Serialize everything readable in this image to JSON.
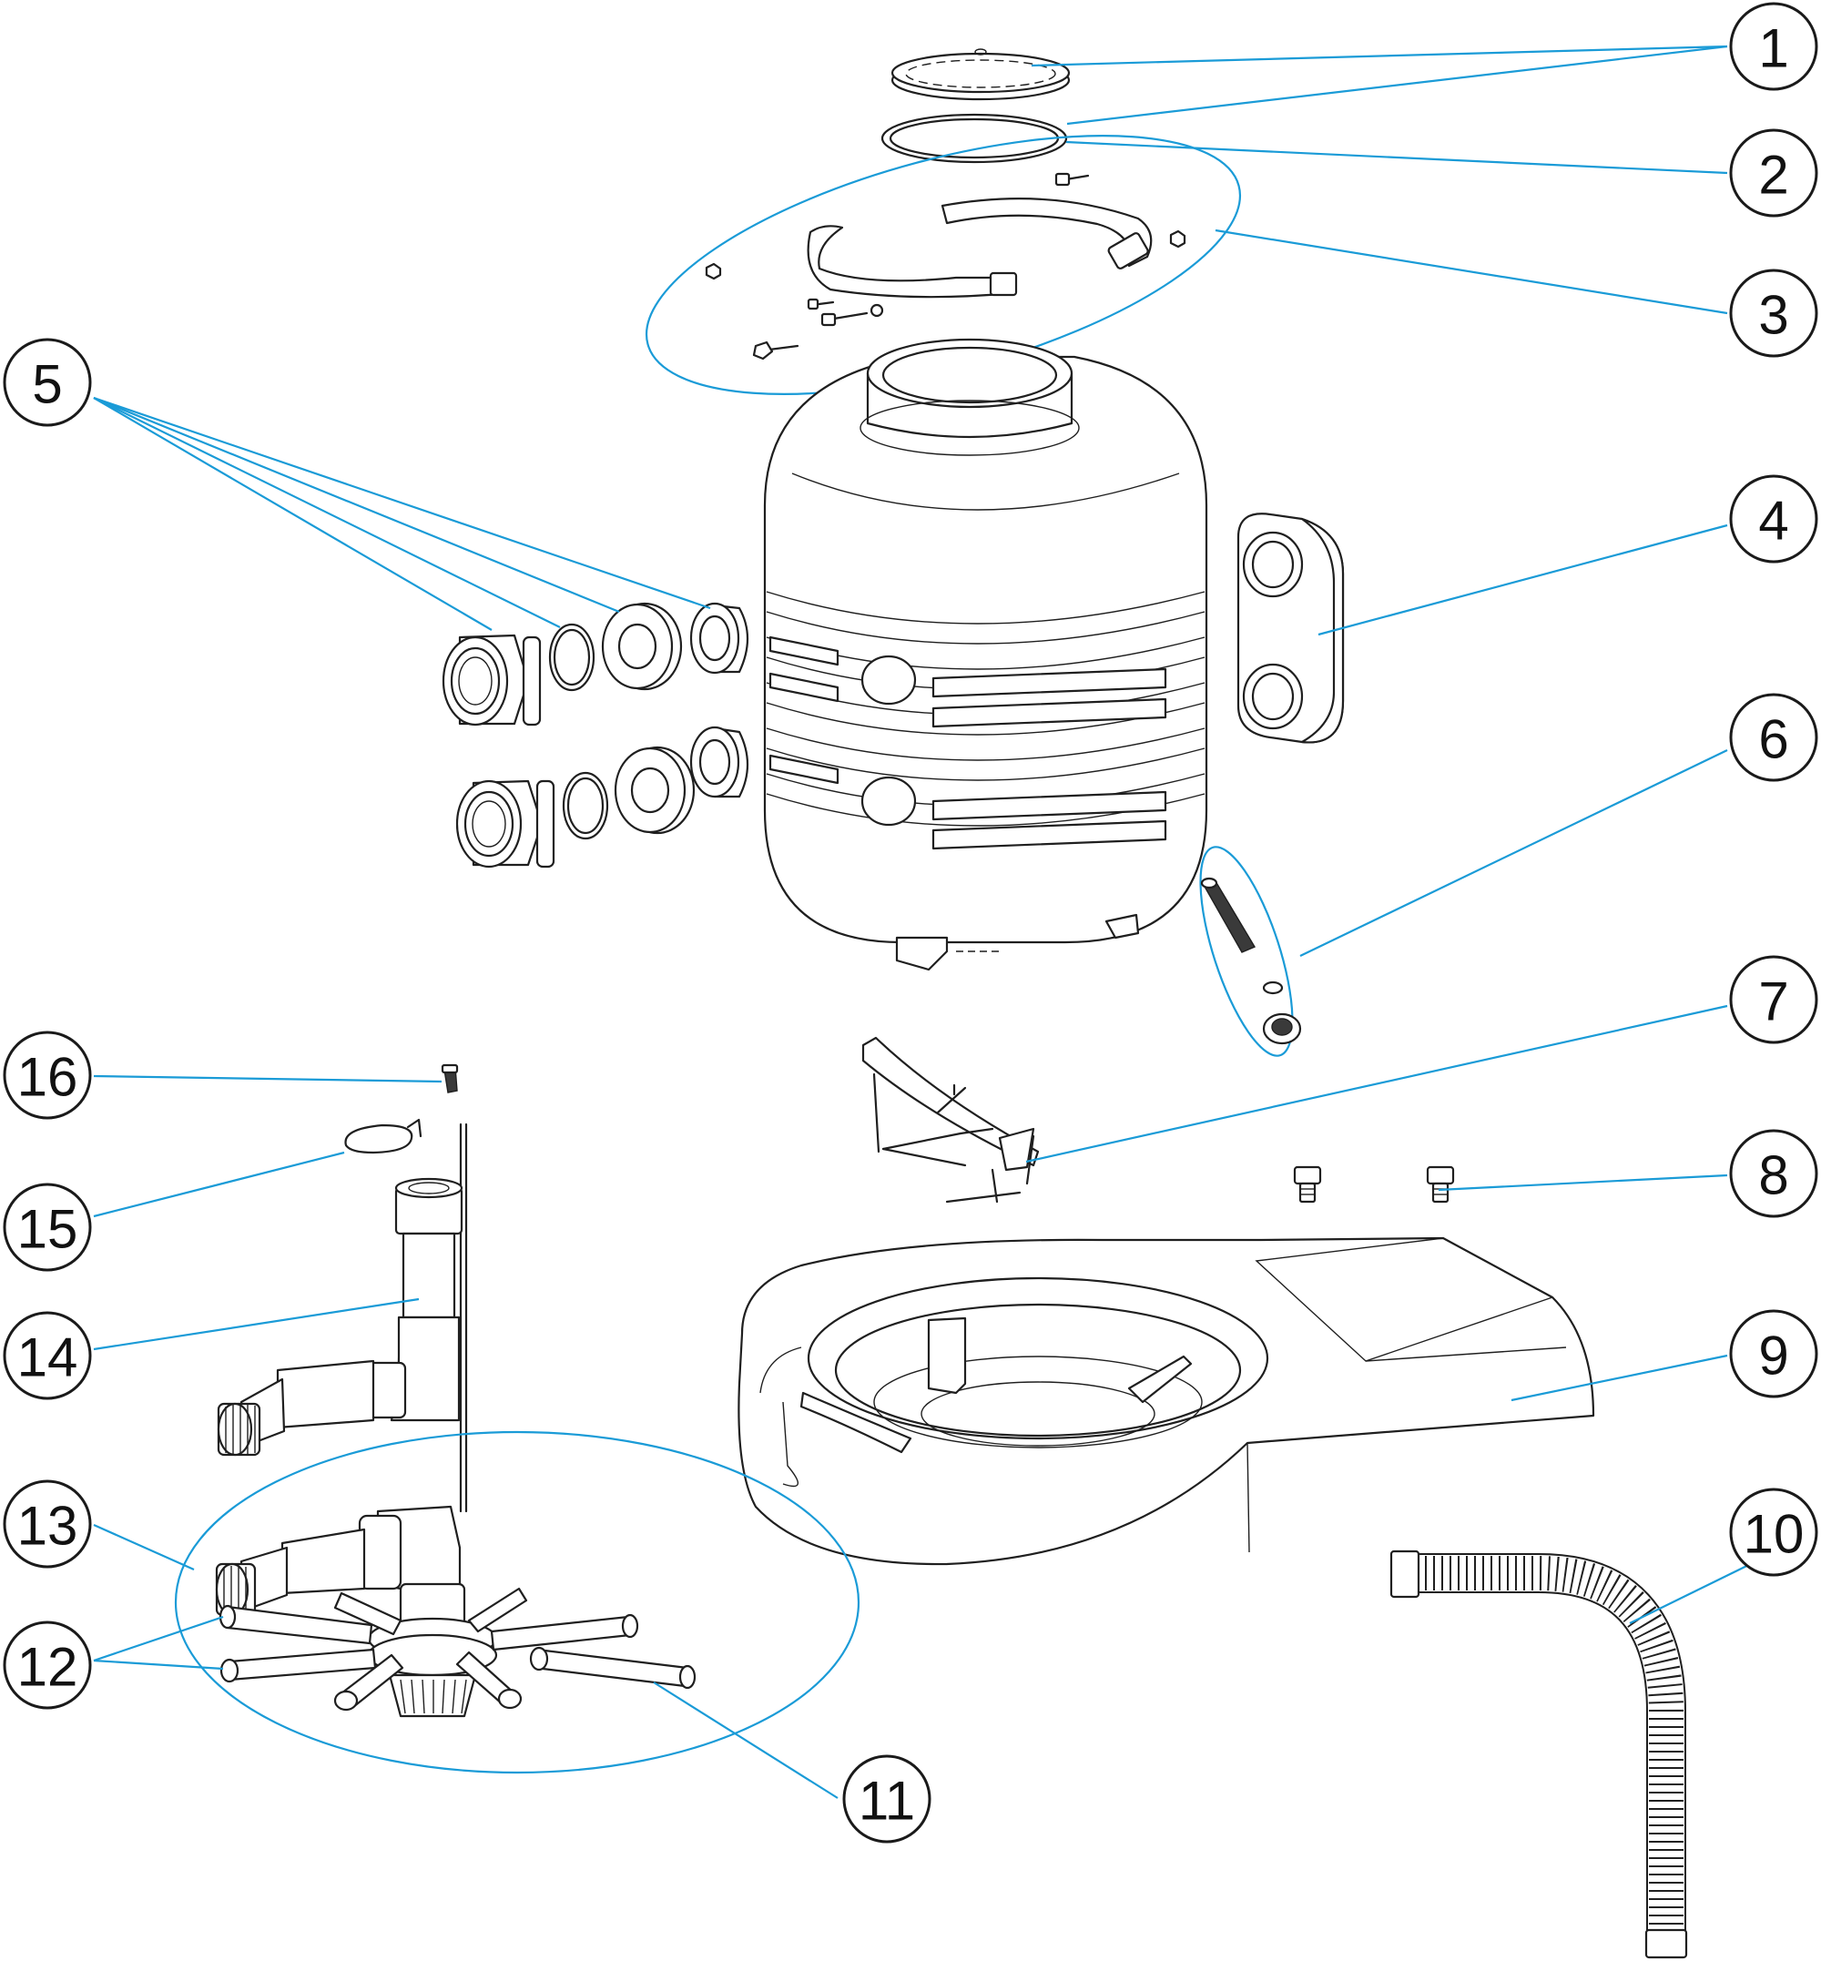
{
  "colors": {
    "leader": "#1a9bd7",
    "outline": "#1f1f1f",
    "background": "#ffffff"
  },
  "callouts": {
    "c1": "1",
    "c2": "2",
    "c3": "3",
    "c4": "4",
    "c5": "5",
    "c6": "6",
    "c7": "7",
    "c8": "8",
    "c9": "9",
    "c10": "10",
    "c11": "11",
    "c12": "12",
    "c13": "13",
    "c14": "14",
    "c15": "15",
    "c16": "16"
  }
}
